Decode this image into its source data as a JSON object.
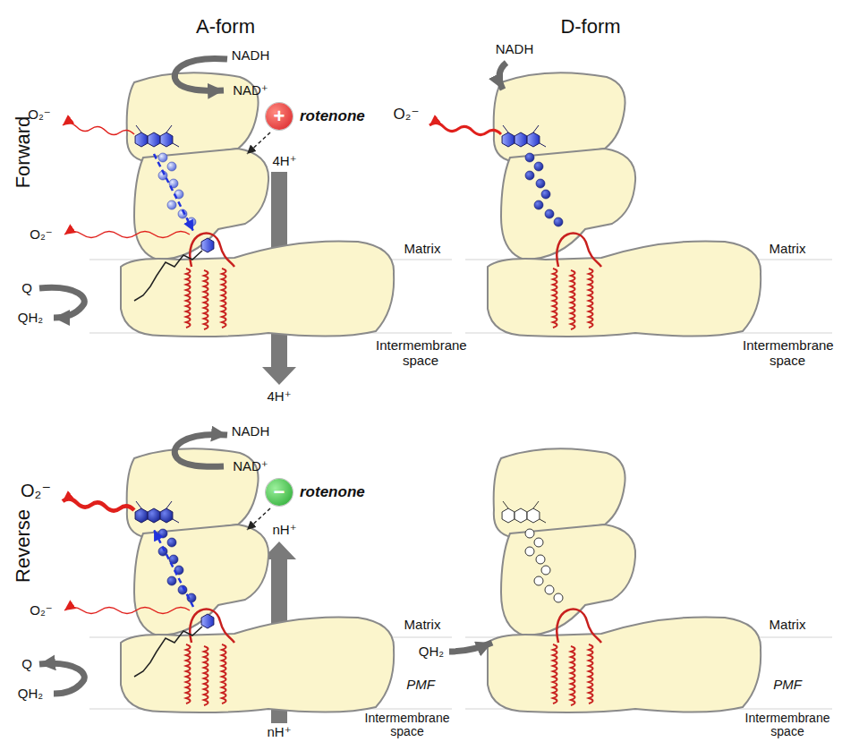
{
  "diagram": {
    "nodes": [
      {
        "text": [
          "+",
          "rotenone"
        ]
      },
      {
        "text": [
          "−",
          "rotenone"
        ]
      }
    ],
    "labels": [
      "A-form",
      "D-form",
      "Forward",
      "Reverse",
      "O₂⁻",
      "NADH",
      "NAD⁺",
      "O₂⁻",
      "Q",
      "QH₂",
      "4H⁺",
      "Matrix",
      "Intermembrane space",
      "4H⁺",
      "O₂⁻",
      "NADH",
      "Matrix",
      "Intermembrane space",
      "O₂⁻",
      "NADH",
      "NAD⁺",
      "O₂⁻",
      "Q",
      "QH₂",
      "nH⁺",
      "Matrix",
      "PMF",
      "Intermembrane space",
      "nH⁺",
      "QH₂",
      "Matrix",
      "PMF",
      "Intermembrane space"
    ]
  }
}
